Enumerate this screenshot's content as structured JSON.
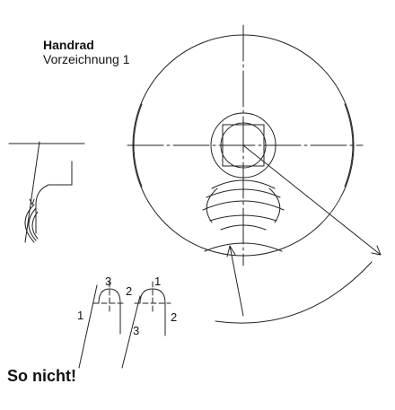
{
  "drawing": {
    "title": "Handrad",
    "subtitle": "Vorzeichnung 1",
    "warning": "So nicht!",
    "labels": {
      "left_profile": {
        "one": "1",
        "two": "2",
        "three": "3"
      },
      "right_profile": {
        "one": "1",
        "two": "2",
        "three": "3"
      }
    }
  }
}
